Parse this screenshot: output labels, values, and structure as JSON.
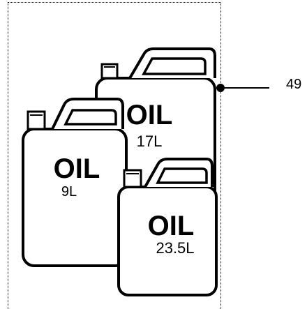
{
  "callout": {
    "label": "49"
  },
  "canisters": [
    {
      "id": "back",
      "title": "OIL",
      "volume": "17L"
    },
    {
      "id": "left",
      "title": "OIL",
      "volume": "9L"
    },
    {
      "id": "front",
      "title": "OIL",
      "volume": "23.5L"
    }
  ]
}
